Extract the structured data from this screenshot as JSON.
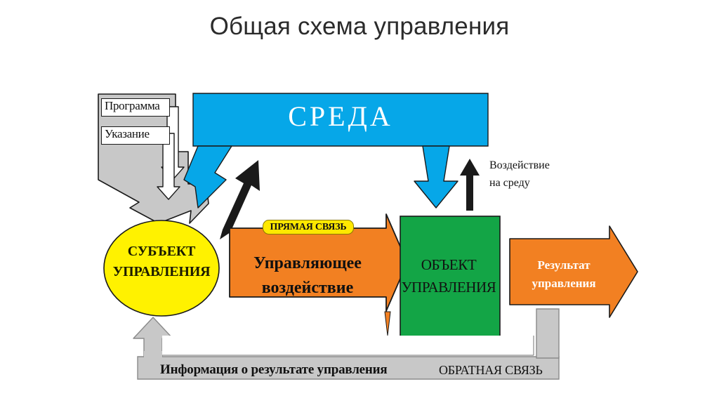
{
  "slide": {
    "title": "Общая схема управления",
    "background_color": "#ffffff"
  },
  "palette": {
    "blue": "#06A7E8",
    "green": "#13A546",
    "orange": "#F28022",
    "yellow": "#FFF200",
    "badge_yellow": "#FFE800",
    "gray": "#C8C8C8",
    "black": "#1A1A1A",
    "white": "#FFFFFF"
  },
  "diagram": {
    "input_block": {
      "name": "input-gray-arrow",
      "color": "#C8C8C8",
      "labels": [
        {
          "id": "programma",
          "text": "Программа"
        },
        {
          "id": "ukazanie",
          "text": "Указание"
        }
      ]
    },
    "environment": {
      "name": "environment-banner",
      "label": "СРЕДА",
      "color": "#06A7E8",
      "text_color": "#FFFFFF"
    },
    "impact_note": {
      "name": "impact-on-environment-note",
      "line1": "Воздействие",
      "line2": "на среду"
    },
    "subject": {
      "name": "subject-of-management",
      "line1": "СУБЪЕКТ",
      "line2": "УПРАВЛЕНИЯ",
      "color": "#FFF200",
      "text_color": "#1B1B00"
    },
    "direct_link_badge": {
      "name": "direct-link-badge",
      "label": "ПРЯМАЯ СВЯЗЬ",
      "color": "#FFE800"
    },
    "control_action": {
      "name": "control-action-arrow",
      "line1": "Управляющее",
      "line2": "воздействие",
      "color": "#F28022",
      "text_color": "#101010"
    },
    "object": {
      "name": "object-of-management",
      "line1": "ОБЪЕКТ",
      "line2": "УПРАВЛЕНИЯ",
      "color": "#13A546",
      "text_color": "#111111"
    },
    "result": {
      "name": "result-arrow",
      "line1": "Результат",
      "line2": "управления",
      "color": "#F28022",
      "text_color": "#FFFFFF"
    },
    "feedback": {
      "name": "feedback-bar",
      "info_label": "Информация о результате управления",
      "link_label": "ОБРАТНАЯ СВЯЗЬ",
      "color": "#C8C8C8"
    }
  }
}
